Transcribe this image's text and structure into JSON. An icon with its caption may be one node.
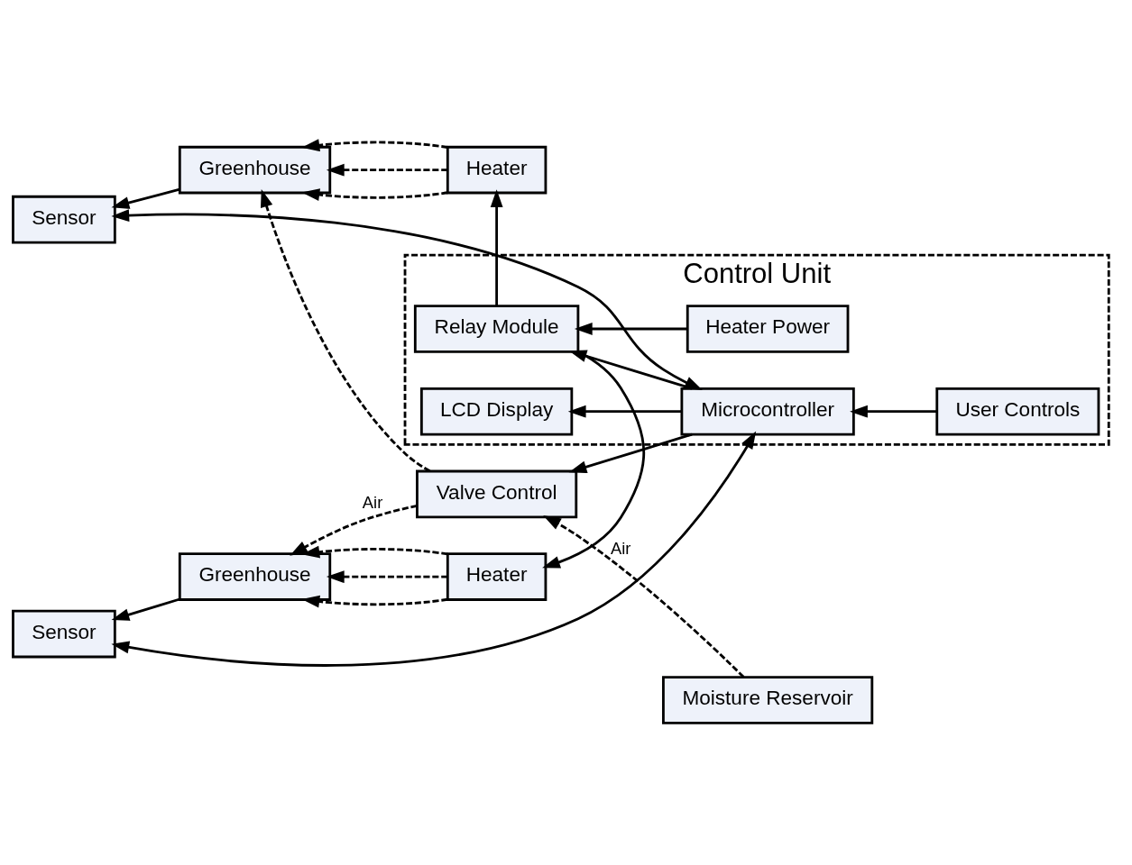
{
  "diagram": {
    "nodes": [
      {
        "text": [
          "Control Unit"
        ]
      },
      {
        "text": [
          "Sensor"
        ]
      },
      {
        "text": [
          "Greenhouse"
        ]
      },
      {
        "text": [
          "Heater"
        ]
      },
      {
        "text": [
          "Moisture Reservoir"
        ]
      },
      {
        "text": [
          "Valve Control"
        ]
      },
      {
        "text": [
          "LCD Display"
        ],
        "in": 0
      },
      {
        "text": [
          "Microcontroller"
        ],
        "in": 0
      },
      {
        "text": [
          "User Controls"
        ],
        "in": 0
      },
      {
        "text": [
          "Heater Power"
        ],
        "in": 0
      },
      {
        "text": [
          "Relay Module"
        ],
        "in": 0
      },
      {
        "text": [
          "Sensor"
        ]
      },
      {
        "text": [
          "Greenhouse"
        ]
      },
      {
        "text": [
          "Heater"
        ]
      }
    ],
    "edges": [
      {
        "from": 1,
        "to": 7,
        "arrow": "both"
      },
      {
        "from": 11,
        "to": 7,
        "arrow": "both"
      },
      {
        "from": 2,
        "to": 1,
        "arrow": "to"
      },
      {
        "from": 12,
        "to": 11,
        "arrow": "to"
      },
      {
        "from": 3,
        "to": 2,
        "arrow": "to",
        "style": "dashed"
      },
      {
        "from": 3,
        "to": 2,
        "arrow": "to",
        "style": "dashed"
      },
      {
        "from": 3,
        "to": 2,
        "arrow": "to",
        "style": "dashed"
      },
      {
        "from": 13,
        "to": 12,
        "arrow": "to",
        "style": "dashed"
      },
      {
        "from": 13,
        "to": 12,
        "arrow": "to",
        "style": "dashed"
      },
      {
        "from": 13,
        "to": 12,
        "arrow": "to",
        "style": "dashed"
      },
      {
        "from": 4,
        "to": 5,
        "arrow": "to",
        "label": "Air",
        "style": "dashed"
      },
      {
        "from": 5,
        "to": 2,
        "arrow": "to",
        "style": "dashed"
      },
      {
        "from": 5,
        "to": 12,
        "arrow": "to",
        "label": "Air",
        "style": "dashed"
      },
      {
        "from": 7,
        "to": 5,
        "arrow": "to"
      },
      {
        "from": 7,
        "to": 6,
        "arrow": "to"
      },
      {
        "from": 8,
        "to": 7,
        "arrow": "to"
      },
      {
        "from": 7,
        "to": 10,
        "arrow": "to"
      },
      {
        "from": 9,
        "to": 10,
        "arrow": "to"
      },
      {
        "from": 10,
        "to": 3,
        "arrow": "to"
      },
      {
        "from": 10,
        "to": 13,
        "arrow": "to"
      }
    ]
  }
}
